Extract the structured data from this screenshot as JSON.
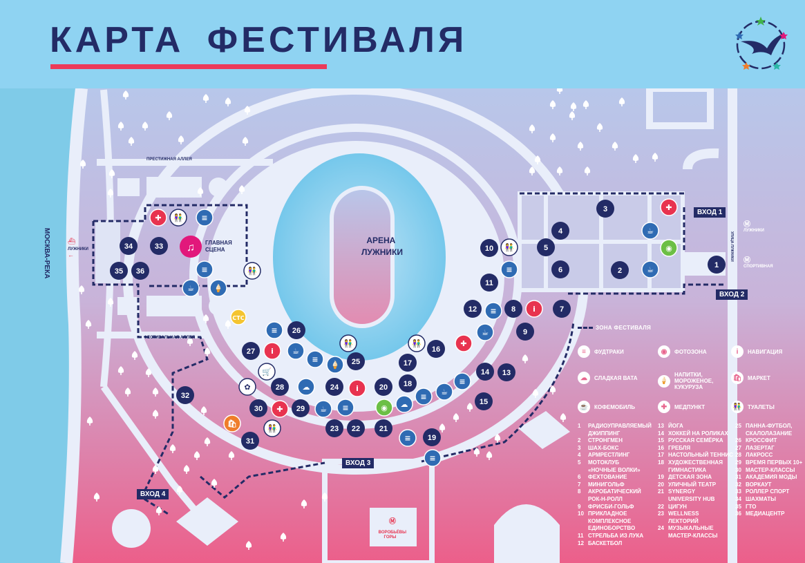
{
  "title": "КАРТА  ФЕСТИВАЛЯ",
  "colors": {
    "header_bg": "#8fd3f2",
    "navy": "#232b66",
    "accent_red": "#ec3a59",
    "marker_blue": "#2f6bb3",
    "medic_red": "#e8334f",
    "music_pink": "#e2187b",
    "photo_green": "#6cbf45",
    "shop_orange": "#ef7d2a",
    "water": "#7fcbe8"
  },
  "map": {
    "arena_label": "АРЕНА\nЛУЖНИКИ",
    "main_stage_label": "ГЛАВНАЯ\nСЦЕНА",
    "river_label": "МОСКВА-РЕКА",
    "alley_top": "ПРЕСТИЖНАЯ АЛЛЕЯ",
    "alley_bottom": "ФЕСТИВАЛЬНАЯ АЛЛЕЯ",
    "street_label": "УЛИЦА ЛУЖНИКИ",
    "entrances": [
      "ВХОД 1",
      "ВХОД 2",
      "ВХОД 3",
      "ВХОД 4"
    ],
    "metro": [
      {
        "label": "ЛУЖНИКИ"
      },
      {
        "label": "СПОРТИВНАЯ"
      },
      {
        "label": "ВОРОБЬЁВЫ\nГОРЫ"
      }
    ],
    "boat_label": "ЛУЖНИКИ",
    "ctc_label": "СТС",
    "markers": [
      "34",
      "33",
      "35",
      "36",
      "27",
      "26",
      "32",
      "28",
      "30",
      "29",
      "31",
      "24",
      "25",
      "23",
      "22",
      "20",
      "21",
      "17",
      "18",
      "16",
      "19",
      "14",
      "13",
      "15",
      "12",
      "8",
      "9",
      "7",
      "10",
      "11",
      "5",
      "4",
      "6",
      "3",
      "2",
      "1"
    ]
  },
  "legend": {
    "zone": "ЗОНА ФЕСТИВАЛЯ",
    "symbols": [
      {
        "icon": "burger-icon",
        "label": "ФУДТРАКИ"
      },
      {
        "icon": "camera-icon",
        "label": "ФОТОЗОНА"
      },
      {
        "icon": "info-icon",
        "label": "НАВИГАЦИЯ"
      },
      {
        "icon": "cotton-candy-icon",
        "label": "СЛАДКАЯ ВАТА"
      },
      {
        "icon": "ice-cream-icon",
        "label": "НАПИТКИ,\nМОРОЖЕНОЕ,\nКУКУРУЗА"
      },
      {
        "icon": "shopping-bag-icon",
        "label": "МАРКЕТ"
      },
      {
        "icon": "coffee-icon",
        "label": "КОФЕМОБИЛЬ"
      },
      {
        "icon": "medical-cross-icon",
        "label": "МЕДПУНКТ"
      },
      {
        "icon": "toilet-icon",
        "label": "ТУАЛЕТЫ"
      }
    ],
    "activities_col1": [
      {
        "n": "1",
        "t": "РАДИОУПРАВЛЯЕМЫЙ\nДЖИППИНГ"
      },
      {
        "n": "2",
        "t": "СТРОНГМЕН"
      },
      {
        "n": "3",
        "t": "ШАХ-БОКС"
      },
      {
        "n": "4",
        "t": "АРМРЕСТЛИНГ"
      },
      {
        "n": "5",
        "t": "МОТОКЛУБ\n«НОЧНЫЕ ВОЛКИ»"
      },
      {
        "n": "6",
        "t": "ФЕХТОВАНИЕ"
      },
      {
        "n": "7",
        "t": "МИНИГОЛЬФ"
      },
      {
        "n": "8",
        "t": "АКРОБАТИЧЕСКИЙ\nРОК-Н-РОЛЛ"
      },
      {
        "n": "9",
        "t": "ФРИСБИ-ГОЛЬФ"
      },
      {
        "n": "10",
        "t": "ПРИКЛАДНОЕ\nКОМПЛЕКСНОЕ\nЕДИНОБОРСТВО"
      },
      {
        "n": "11",
        "t": "СТРЕЛЬБА ИЗ ЛУКА"
      },
      {
        "n": "12",
        "t": "БАСКЕТБОЛ"
      }
    ],
    "activities_col2": [
      {
        "n": "13",
        "t": "ЙОГА"
      },
      {
        "n": "14",
        "t": "ХОККЕЙ НА РОЛИКАХ"
      },
      {
        "n": "15",
        "t": "РУССКАЯ СЕМЁРКА"
      },
      {
        "n": "16",
        "t": "ГРЕБЛЯ"
      },
      {
        "n": "17",
        "t": "НАСТОЛЬНЫЙ ТЕННИС"
      },
      {
        "n": "18",
        "t": "ХУДОЖЕСТВЕННАЯ\nГИМНАСТИКА"
      },
      {
        "n": "19",
        "t": "ДЕТСКАЯ ЗОНА"
      },
      {
        "n": "20",
        "t": "УЛИЧНЫЙ ТЕАТР"
      },
      {
        "n": "21",
        "t": "SYNERGY\nUNIVERSITY HUB"
      },
      {
        "n": "22",
        "t": "ЦИГУН"
      },
      {
        "n": "23",
        "t": "WELLNESS\nЛЕКТОРИЙ"
      },
      {
        "n": "24",
        "t": "МУЗЫКАЛЬНЫЕ\nМАСТЕР-КЛАССЫ"
      }
    ],
    "activities_col3": [
      {
        "n": "25",
        "t": "ПАННА-ФУТБОЛ,\nСКАЛОЛАЗАНИЕ"
      },
      {
        "n": "26",
        "t": "КРОССФИТ"
      },
      {
        "n": "27",
        "t": "ЛАЗЕРТАГ"
      },
      {
        "n": "28",
        "t": "ЛАКРОСС"
      },
      {
        "n": "29",
        "t": "ВРЕМЯ ПЕРВЫХ 10+"
      },
      {
        "n": "30",
        "t": "МАСТЕР-КЛАССЫ"
      },
      {
        "n": "31",
        "t": "АКАДЕМИЯ МОДЫ"
      },
      {
        "n": "32",
        "t": "ВОРКАУТ"
      },
      {
        "n": "33",
        "t": "РОЛЛЕР СПОРТ"
      },
      {
        "n": "34",
        "t": "ШАХМАТЫ"
      },
      {
        "n": "35",
        "t": "ГТО"
      },
      {
        "n": "36",
        "t": "МЕДИАЦЕНТР"
      }
    ]
  }
}
